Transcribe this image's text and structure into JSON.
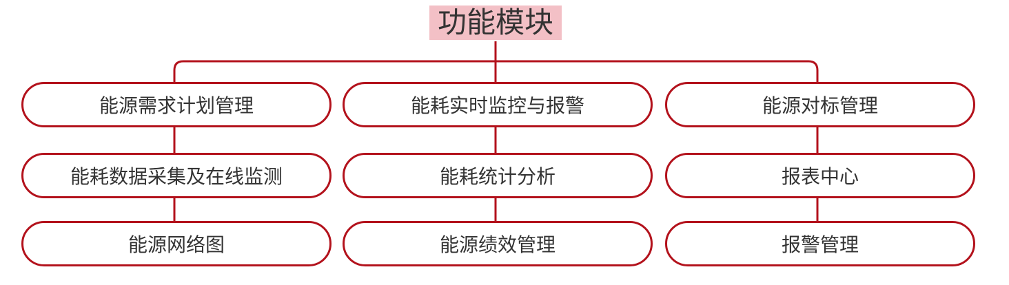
{
  "root": {
    "label": "功能模块"
  },
  "columns": [
    {
      "modules": [
        "能源需求计划管理",
        "能耗数据采集及在线监测",
        "能源网络图"
      ]
    },
    {
      "modules": [
        "能耗实时监控与报警",
        "能耗统计分析",
        "能源绩效管理"
      ]
    },
    {
      "modules": [
        "能源对标管理",
        "报表中心",
        "报警管理"
      ]
    }
  ],
  "colors": {
    "line": "#b3121c",
    "title_bg": "#f3c0c6",
    "text": "#333333"
  }
}
